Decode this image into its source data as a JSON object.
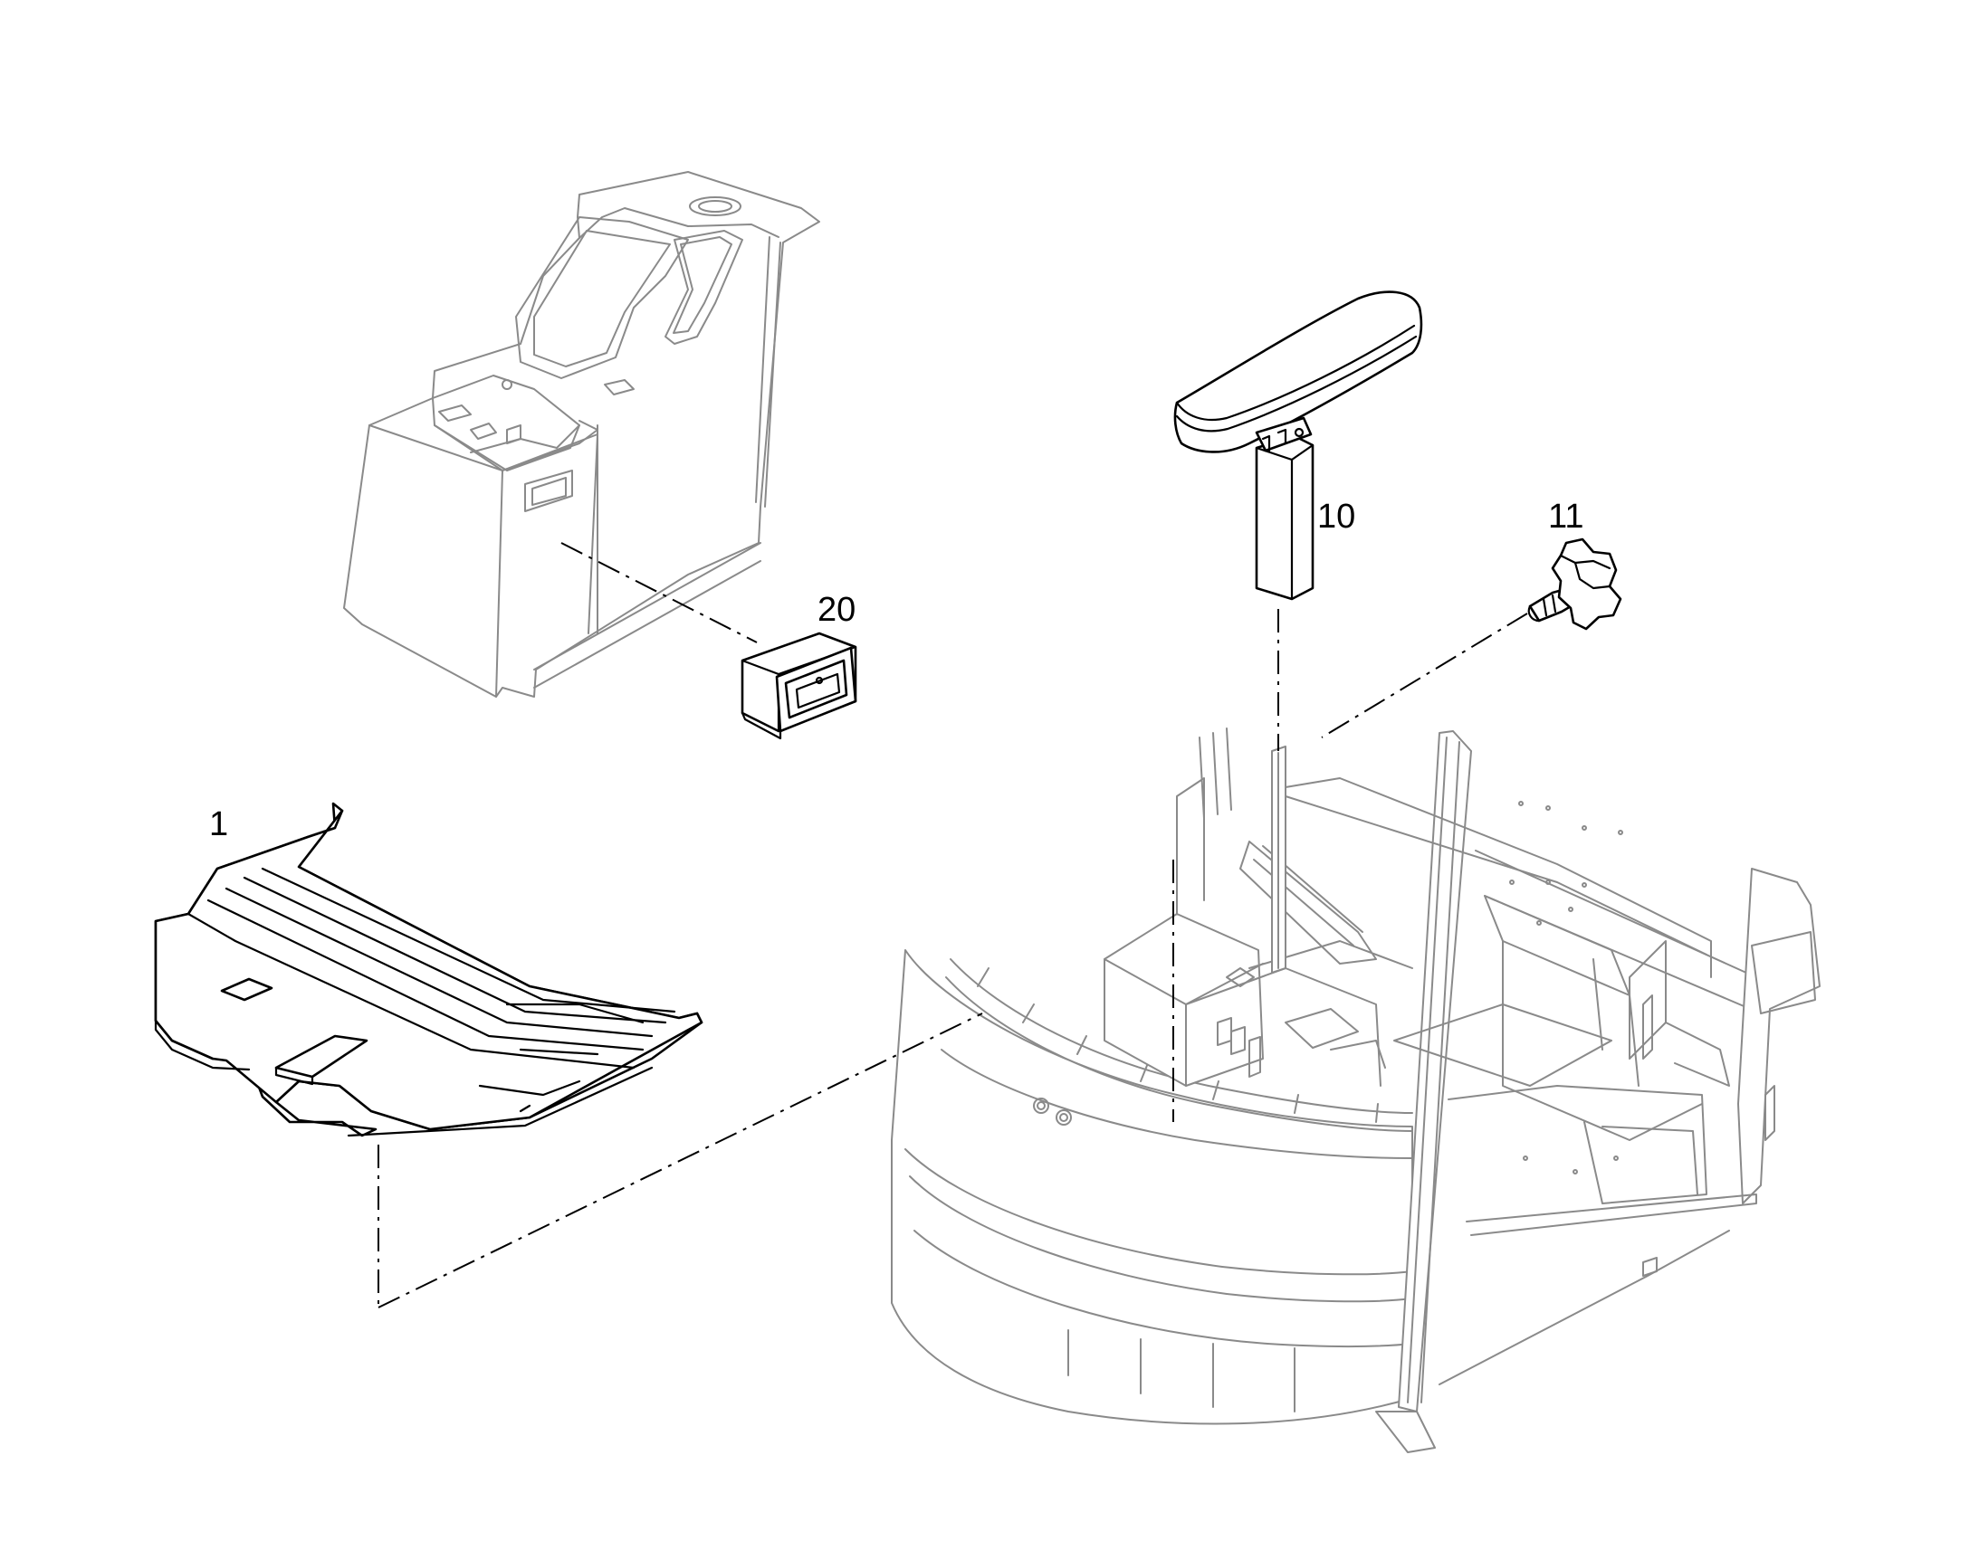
{
  "callouts": {
    "floor_mat": "1",
    "armrest": "10",
    "knob": "11",
    "box": "20"
  },
  "colors": {
    "part_outline": "#000000",
    "context_outline": "#8a8a8a",
    "background": "#ffffff"
  }
}
